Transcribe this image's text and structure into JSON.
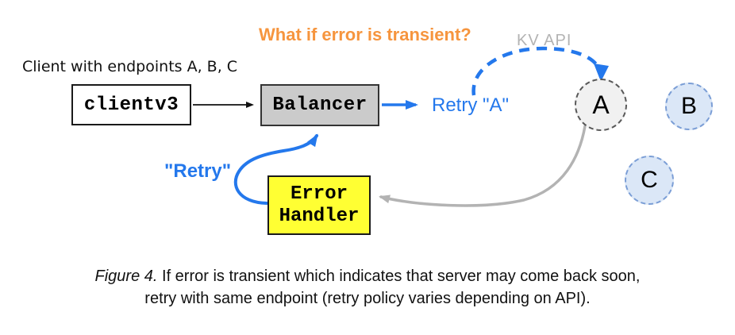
{
  "annotations": {
    "question": "What if error is transient?",
    "kv_api": "KV API",
    "client_label": "Client with endpoints A, B, C",
    "retry_a": "Retry \"A\"",
    "retry": "\"Retry\""
  },
  "nodes": {
    "client": "clientv3",
    "balancer": "Balancer",
    "error_handler": "Error\nHandler",
    "endpoints": [
      "A",
      "B",
      "C"
    ]
  },
  "caption": {
    "figure_label": "Figure 4.",
    "line1": " If error is transient which indicates that server may come back soon,",
    "line2": "retry with same endpoint (retry policy varies depending on API)."
  },
  "colors": {
    "accent_blue": "#2478EC",
    "accent_orange": "#F6953E",
    "muted_gray": "#B3B3B3",
    "balancer_fill": "#CBCBCB",
    "error_handler_fill": "#FFFF33",
    "endpoint_a_fill": "#F1F1F1",
    "endpoint_a_border": "#595959",
    "endpoint_bc_fill": "#DBE7F7",
    "endpoint_bc_border": "#7B9ED6"
  }
}
